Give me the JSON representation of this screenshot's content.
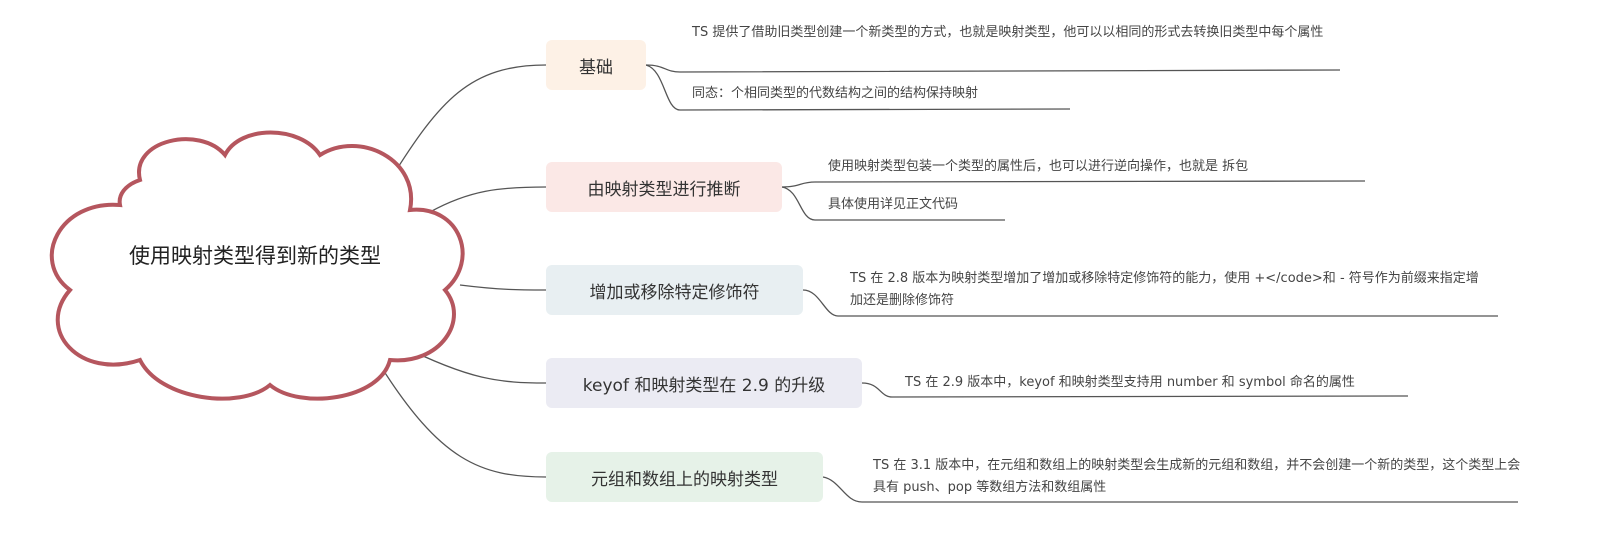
{
  "root": {
    "label": "使用映射类型得到新的类型"
  },
  "branches": [
    {
      "label": "基础",
      "color": "#fdf1e6",
      "leaves": [
        "TS 提供了借助旧类型创建一个新类型的方式，也就是映射类型，他可以以相同的形式去转换旧类型中每个属性",
        "同态：个相同类型的代数结构之间的结构保持映射"
      ]
    },
    {
      "label": "由映射类型进行推断",
      "color": "#fbe8e6",
      "leaves": [
        "使用映射类型包装一个类型的属性后，也可以进行逆向操作，也就是 拆包",
        "具体使用详见正文代码"
      ]
    },
    {
      "label": "增加或移除特定修饰符",
      "color": "#e8eff2",
      "leaves": [
        "TS 在 2.8 版本为映射类型增加了增加或移除特定修饰符的能力，使用 +</code>和 - 符号作为前缀来指定增加还是删除修饰符"
      ]
    },
    {
      "label": "keyof 和映射类型在 2.9 的升级",
      "color": "#ebebf3",
      "leaves": [
        "TS 在 2.9 版本中，keyof 和映射类型支持用 number 和 symbol 命名的属性"
      ]
    },
    {
      "label": "元组和数组上的映射类型",
      "color": "#e6f2e8",
      "leaves": [
        "TS 在 3.1 版本中，在元组和数组上的映射类型会生成新的元组和数组，并不会创建一个新的类型，这个类型上会具有 push、pop 等数组方法和数组属性"
      ]
    }
  ],
  "colors": {
    "cloud_stroke": "#b5565e",
    "line": "#555555"
  }
}
